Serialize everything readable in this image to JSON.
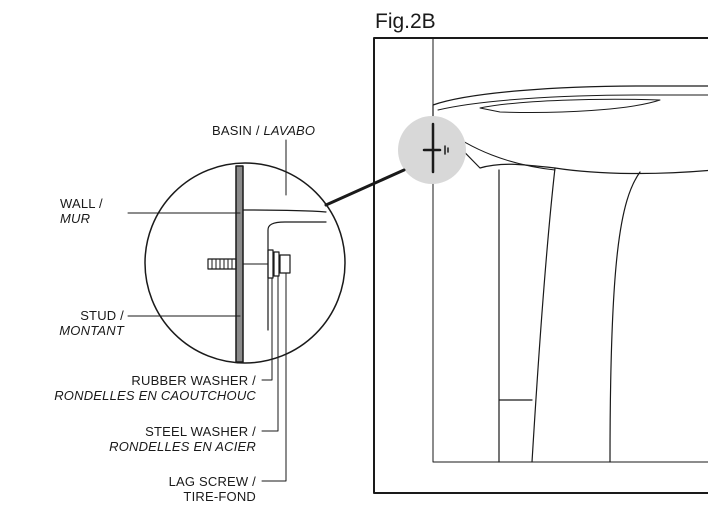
{
  "figure": {
    "title": "Fig.2B"
  },
  "labels": {
    "basin": {
      "en": "BASIN /",
      "fr": "LAVABO"
    },
    "wall": {
      "en": "WALL /",
      "fr": "MUR"
    },
    "stud": {
      "en": "STUD /",
      "fr": "MONTANT"
    },
    "rubber_washer": {
      "en": "RUBBER WASHER /",
      "fr": "RONDELLES EN CAOUTCHOUC"
    },
    "steel_washer": {
      "en": "STEEL WASHER /",
      "fr": "RONDELLES EN ACIER"
    },
    "lag_screw": {
      "en": "LAG SCREW /",
      "fr": "TIRE-FOND"
    }
  },
  "colors": {
    "line": "#1a1a1a",
    "highlight_circle": "#d8d8d8",
    "wall_gray": "#8a8a8a"
  }
}
